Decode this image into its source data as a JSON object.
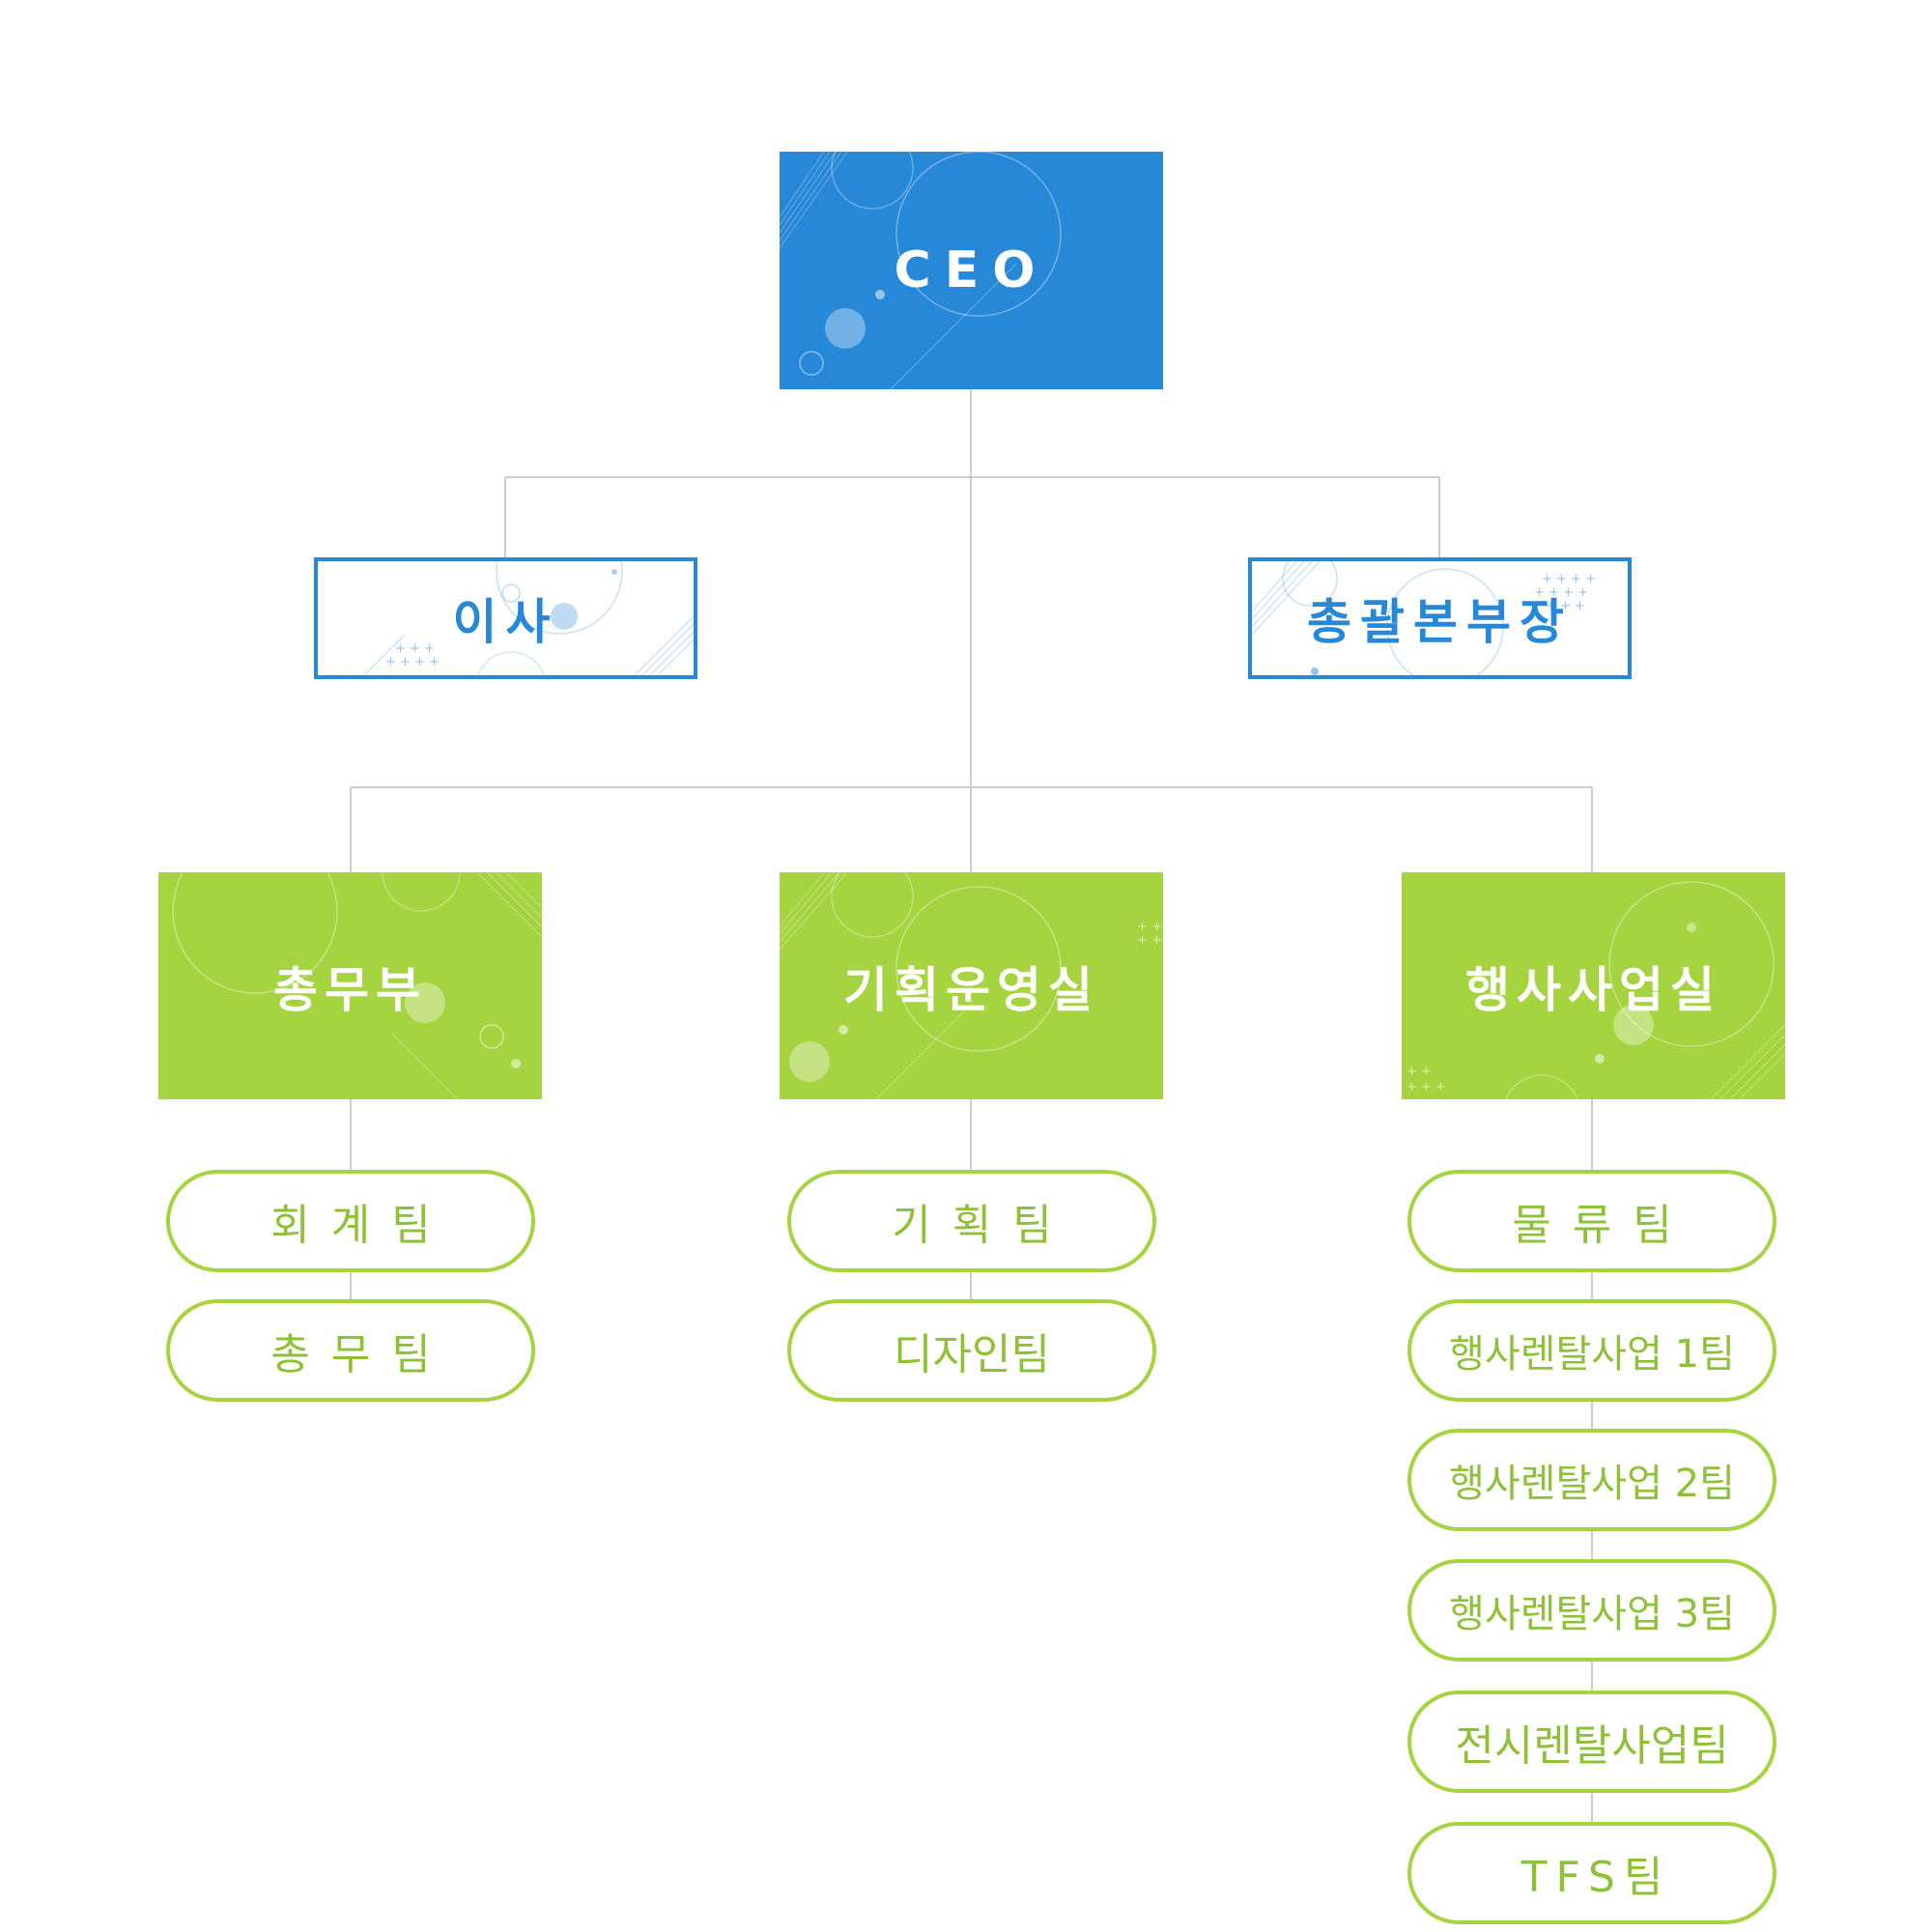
{
  "ceo": {
    "label": "CEO"
  },
  "executives": {
    "director": "이사",
    "hq_head": "총괄본부장"
  },
  "departments": [
    {
      "name": "총무부",
      "teams": [
        "회계팀",
        "총무팀"
      ]
    },
    {
      "name": "기획운영실",
      "teams": [
        "기획팀",
        "디자인팀"
      ]
    },
    {
      "name": "행사사업실",
      "teams": [
        "물류팀",
        "행사렌탈사업 1팀",
        "행사렌탈사업 2팀",
        "행사렌탈사업 3팀",
        "전시렌탈사업팀",
        "TFS팀"
      ]
    }
  ],
  "colors": {
    "ceo_blue": "#2788d8",
    "dept_green": "#a6d441",
    "team_text_green": "#8dc136",
    "connector_gray": "#bdbdbd"
  }
}
